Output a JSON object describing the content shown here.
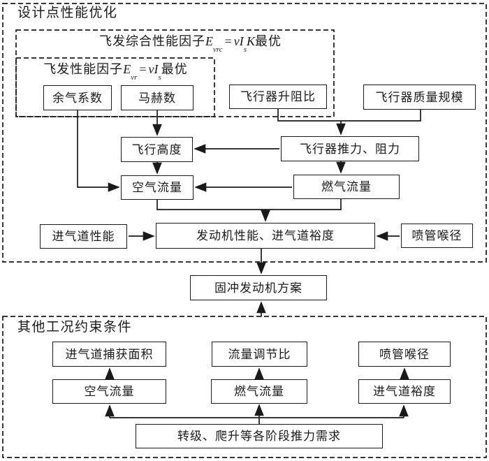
{
  "colors": {
    "line": "#1a1a1a",
    "background": "#ffffff"
  },
  "top_section": {
    "title": "设计点性能优化",
    "formula_outer": {
      "prefix": "飞发综合性能因子",
      "E": "E",
      "E_sub": "vrc",
      "eq": "=",
      "v": "v",
      "I": "I",
      "I_sub": "s",
      "K": "K",
      "suffix": "最优"
    },
    "formula_inner": {
      "prefix": "飞发性能因子",
      "E": "E",
      "E_sub": "vr",
      "eq": "=",
      "v": "v",
      "I": "I",
      "I_sub": "s",
      "suffix": "最优"
    },
    "boxes": {
      "surplus_air": "余气系数",
      "mach": "马赫数",
      "lift_drag": "飞行器升阻比",
      "mass_scale": "飞行器质量规模",
      "altitude": "飞行高度",
      "thrust_drag": "飞行器推力、阻力",
      "air_flow": "空气流量",
      "gas_flow": "燃气流量",
      "inlet_perf": "进气道性能",
      "engine_perf": "发动机性能、进气道裕度",
      "nozzle_throat": "喷管喉径"
    }
  },
  "middle": {
    "scheme": "固冲发动机方案"
  },
  "bottom_section": {
    "title": "其他工况约束条件",
    "boxes": {
      "inlet_capture": "进气道捕获面积",
      "flow_ratio": "流量调节比",
      "nozzle_throat": "喷管喉径",
      "air_flow": "空气流量",
      "gas_flow": "燃气流量",
      "inlet_margin": "进气道裕度",
      "thrust_demand": "转级、爬升等各阶段推力需求"
    }
  }
}
